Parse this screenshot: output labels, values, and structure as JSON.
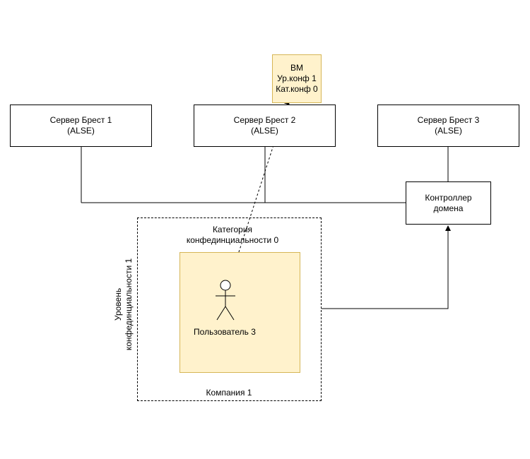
{
  "servers": [
    {
      "name": "Сервер Брест 1",
      "os": "(ALSE)"
    },
    {
      "name": "Сервер Брест 2",
      "os": "(ALSE)"
    },
    {
      "name": "Сервер Брест 3",
      "os": "(ALSE)"
    }
  ],
  "vm": {
    "title": "ВМ",
    "level": "Ур.конф 1",
    "category": "Кат.конф 0"
  },
  "controller": {
    "line1": "Контроллер",
    "line2": "домена"
  },
  "company": {
    "label": "Компания 1"
  },
  "category": {
    "line1": "Категория",
    "line2": "конфединциальности 0"
  },
  "level": {
    "line1": "Уровень",
    "line2": "конфединциальности 1"
  },
  "user": {
    "label": "Пользователь 3"
  },
  "colors": {
    "highlight_fill": "#fff2cc",
    "highlight_stroke": "#d6b656"
  }
}
